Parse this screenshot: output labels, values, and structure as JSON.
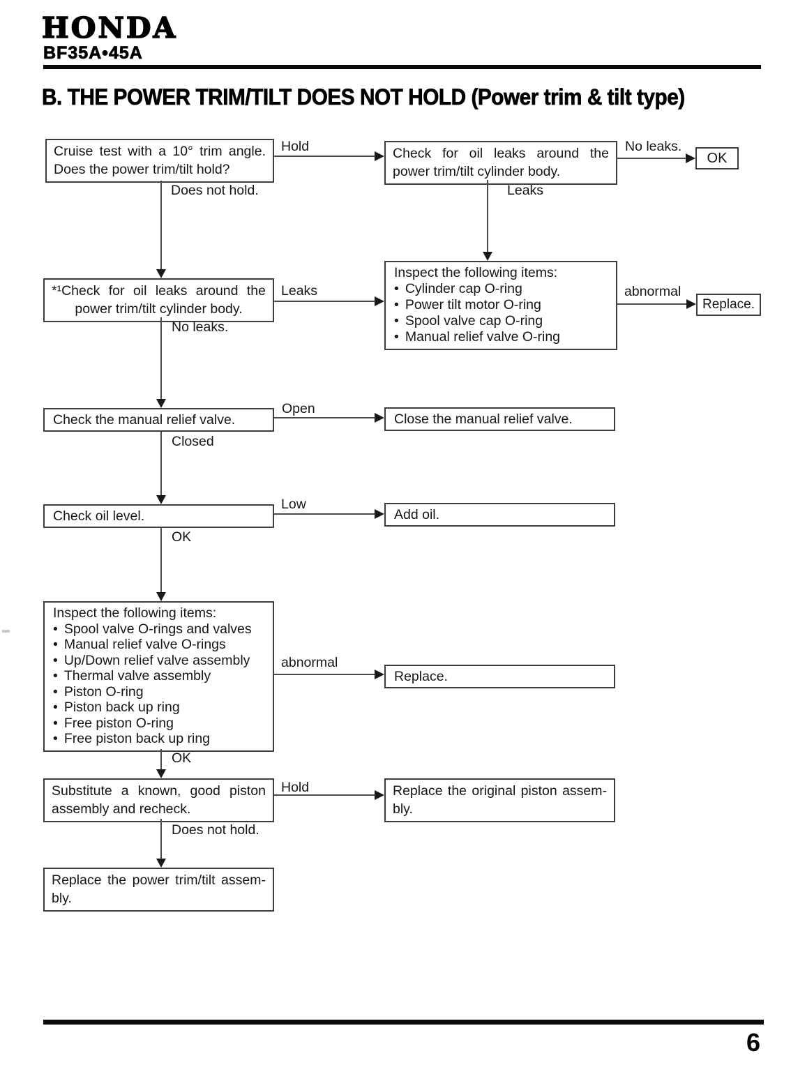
{
  "header": {
    "brand": "HONDA",
    "model": "BF35A•45A"
  },
  "title": "B. THE POWER TRIM/TILT DOES NOT HOLD (Power trim & tilt type)",
  "page_number": "6",
  "flow": {
    "box_cruise": {
      "line1": "Cruise test with a 10° trim angle.",
      "line2": "Does the power trim/tilt hold?"
    },
    "box_check_leaks_top": {
      "line1": "Check for oil leaks around the",
      "line2": "power trim/tilt cylinder body."
    },
    "box_ok": "OK",
    "box_check_leaks_2": {
      "line1": "*¹Check for oil leaks around the",
      "line2": "power trim/tilt cylinder body."
    },
    "box_inspect_1": {
      "title": "Inspect the following items:",
      "items": [
        "Cylinder cap O-ring",
        "Power tilt motor O-ring",
        "Spool valve cap O-ring",
        "Manual relief valve O-ring"
      ]
    },
    "box_replace_1": "Replace.",
    "box_manual_relief": "Check the manual relief valve.",
    "box_close_valve": "Close the manual relief valve.",
    "box_oil_level": "Check oil level.",
    "box_add_oil": "Add oil.",
    "box_inspect_2": {
      "title": "Inspect the following items:",
      "items": [
        "Spool valve O-rings and valves",
        "Manual relief valve O-rings",
        "Up/Down relief valve assembly",
        "Thermal valve assembly",
        "Piston O-ring",
        "Piston back up ring",
        "Free piston O-ring",
        "Free piston back up ring"
      ]
    },
    "box_replace_2": "Replace.",
    "box_substitute": {
      "line1": "Substitute a known, good piston",
      "line2": "assembly and recheck."
    },
    "box_replace_piston": {
      "line1": "Replace the original piston assem-",
      "line2": "bly."
    },
    "box_replace_assy": {
      "line1": "Replace the power trim/tilt assem-",
      "line2": "bly."
    },
    "labels": {
      "hold_1": "Hold",
      "no_leaks_1": "No leaks.",
      "does_not_hold_1": "Does not hold.",
      "leaks_1": "Leaks",
      "leaks_2": "Leaks",
      "abnormal_1": "abnormal",
      "no_leaks_2": "No leaks.",
      "open": "Open",
      "closed": "Closed",
      "low": "Low",
      "ok_1": "OK",
      "abnormal_2": "abnormal",
      "ok_2": "OK",
      "hold_2": "Hold",
      "does_not_hold_2": "Does not hold."
    }
  }
}
